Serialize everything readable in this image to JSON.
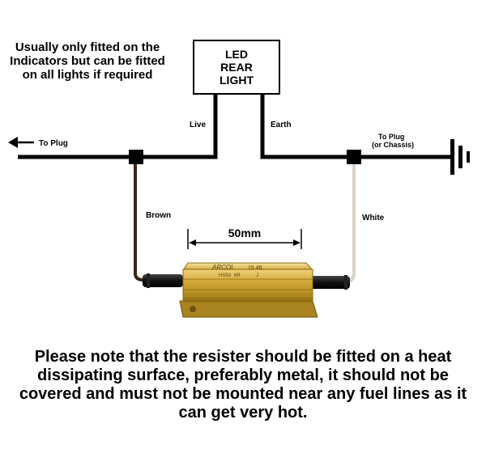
{
  "top_note": "Usually only fitted on the Indicators but can be fitted on all lights if required",
  "led_box": {
    "line1": "LED",
    "line2": "REAR",
    "line3": "LIGHT"
  },
  "labels": {
    "to_plug_left": "To Plug",
    "live": "Live",
    "earth": "Earth",
    "to_plug_right_1": "To Plug",
    "to_plug_right_2": "(or Chassis)",
    "brown": "Brown",
    "white": "White",
    "dimension": "50mm"
  },
  "resistor": {
    "brand": "ARCOL",
    "code": "15 46",
    "model": "HS50",
    "value": "6R",
    "tolerance": "J"
  },
  "bottom_note": "Please note that the resister should be fitted on a heat dissipating surface, preferably metal, it should not be covered and must not be mounted near any fuel lines as it can get very hot.",
  "colors": {
    "wire": "#000000",
    "brown_wire": "#3a2418",
    "white_wire": "#d9d4c8",
    "resistor_gold": "#c9a030"
  }
}
